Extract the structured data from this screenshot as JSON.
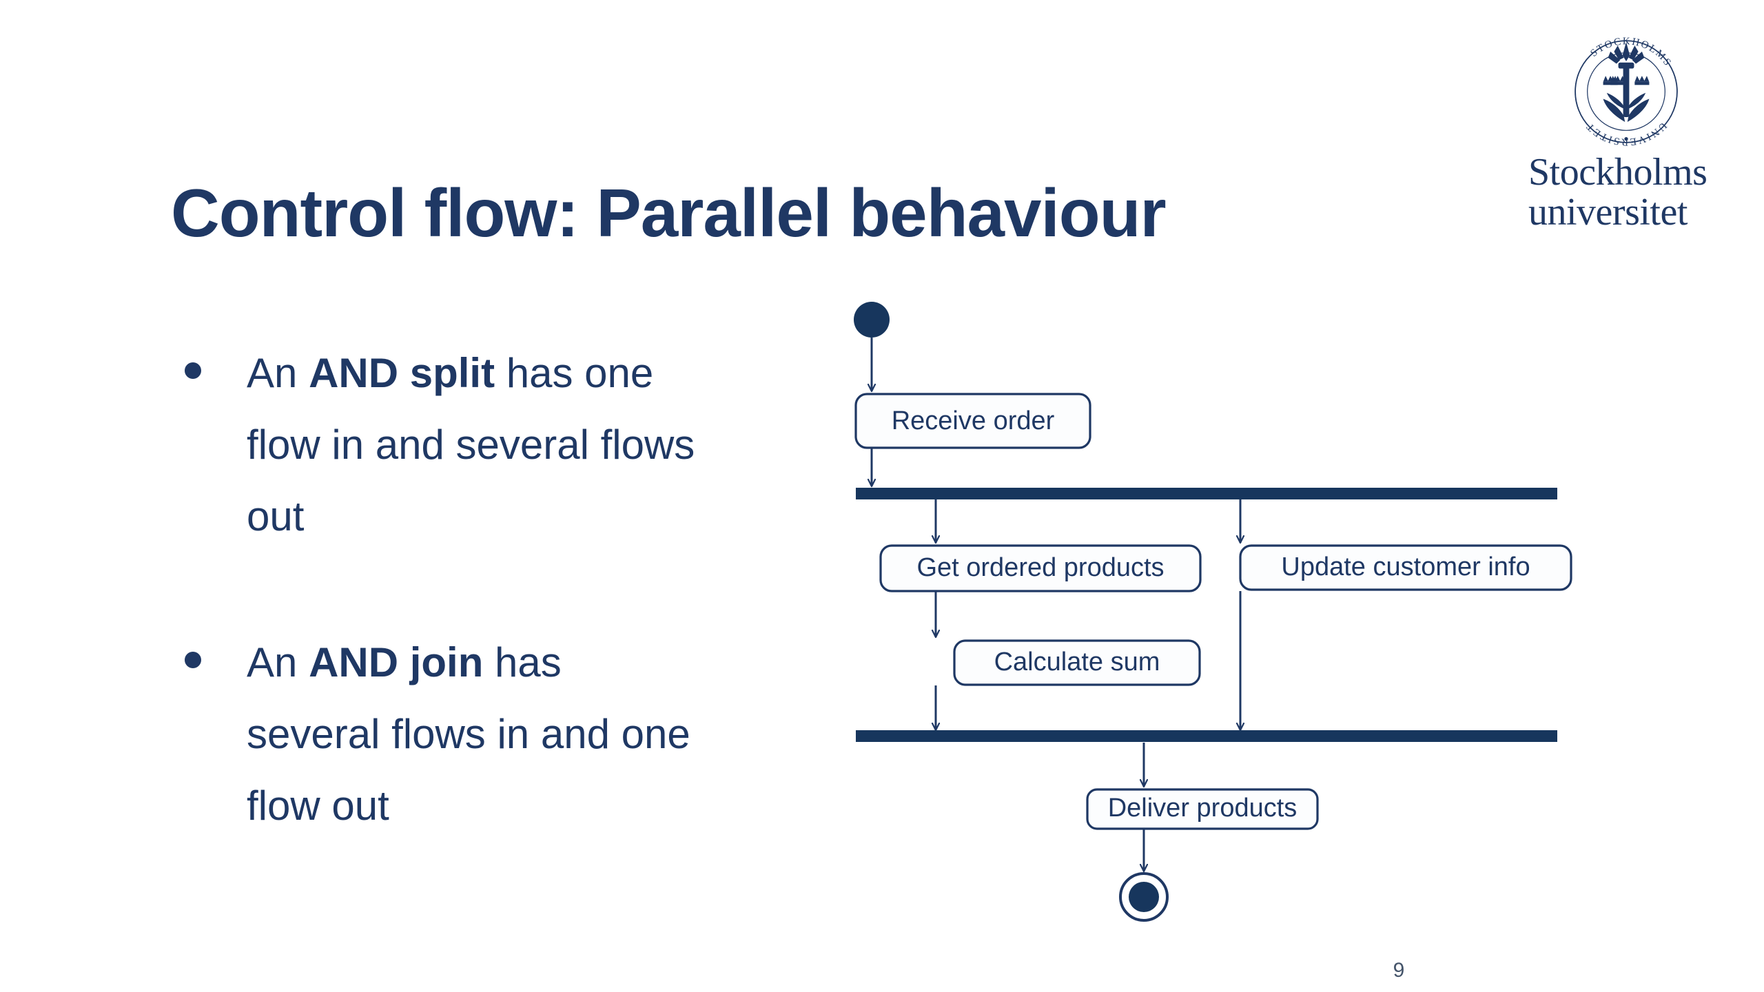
{
  "slide": {
    "title": "Control flow: Parallel behaviour",
    "page_number": "9",
    "background_color": "#FFFFFF",
    "accent_color": "#1F3864",
    "dark_navy": "#17365D"
  },
  "logo": {
    "name": "stockholm-university-logo",
    "wordmark_line1": "Stockholms",
    "wordmark_line2": "universitet",
    "seal_text_left": "UNIVERSITET",
    "seal_text_right": "STOCKHOLMS"
  },
  "bullets": [
    {
      "prefix": "An ",
      "bold": "AND split",
      "suffix": " has one flow in and several flows out"
    },
    {
      "prefix": "An ",
      "bold": "AND join",
      "suffix": " has several flows in and one flow out"
    }
  ],
  "diagram": {
    "type": "uml-activity-diagram",
    "title": "Order handling parallel activity diagram",
    "nodes": [
      {
        "id": "start",
        "type": "initial-node",
        "label": ""
      },
      {
        "id": "receive-order",
        "type": "action",
        "label": "Receive order"
      },
      {
        "id": "fork",
        "type": "fork-bar",
        "label": ""
      },
      {
        "id": "get-ordered-products",
        "type": "action",
        "label": "Get ordered products"
      },
      {
        "id": "update-customer-info",
        "type": "action",
        "label": "Update customer info"
      },
      {
        "id": "calculate-sum",
        "type": "action",
        "label": "Calculate sum"
      },
      {
        "id": "join",
        "type": "join-bar",
        "label": ""
      },
      {
        "id": "deliver-products",
        "type": "action",
        "label": "Deliver products"
      },
      {
        "id": "end",
        "type": "final-node",
        "label": ""
      }
    ],
    "edges": [
      {
        "from": "start",
        "to": "receive-order"
      },
      {
        "from": "receive-order",
        "to": "fork"
      },
      {
        "from": "fork",
        "to": "get-ordered-products"
      },
      {
        "from": "fork",
        "to": "update-customer-info"
      },
      {
        "from": "get-ordered-products",
        "to": "calculate-sum"
      },
      {
        "from": "calculate-sum",
        "to": "join"
      },
      {
        "from": "update-customer-info",
        "to": "join"
      },
      {
        "from": "join",
        "to": "deliver-products"
      },
      {
        "from": "deliver-products",
        "to": "end"
      }
    ]
  }
}
